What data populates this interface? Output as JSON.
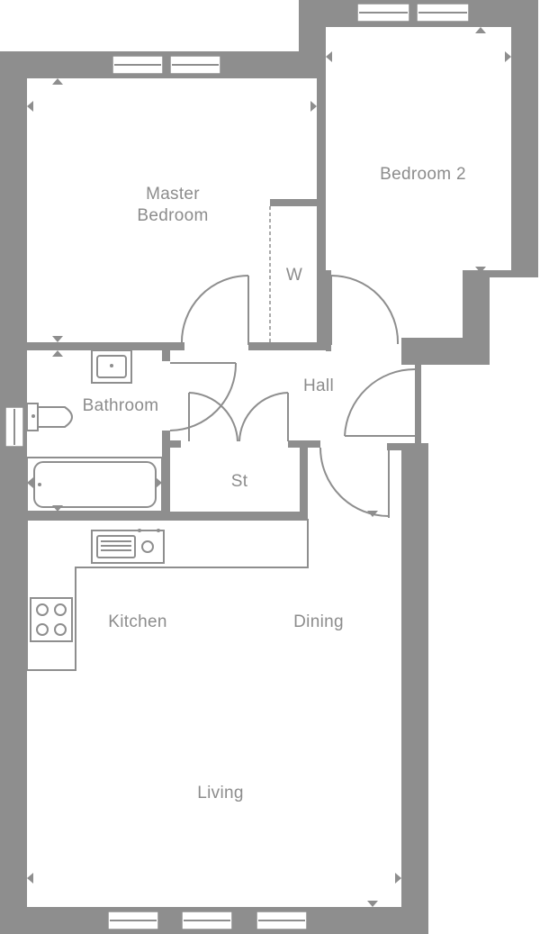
{
  "floorplan": {
    "rooms": {
      "master_bedroom": [
        "Master",
        "Bedroom"
      ],
      "bedroom2": "Bedroom 2",
      "wardrobe": "W",
      "hall": "Hall",
      "bathroom": "Bathroom",
      "store": "St",
      "kitchen": "Kitchen",
      "dining": "Dining",
      "living": "Living"
    }
  }
}
